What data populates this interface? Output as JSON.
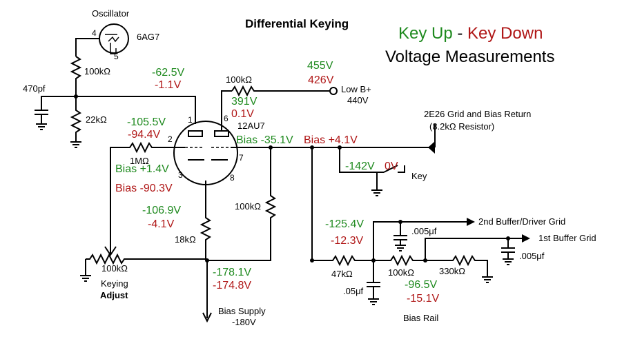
{
  "title": "Differential Keying",
  "heading": {
    "key_up": "Key Up",
    "dash": " - ",
    "key_down": "Key Down",
    "line2": "Voltage Measurements",
    "key_up_color": "#1f8a1f",
    "key_down_color": "#b01717"
  },
  "colors": {
    "key_up": "#1f8a1f",
    "key_down": "#b01717"
  },
  "oscillator": {
    "label": "Oscillator",
    "tube": "6AG7",
    "pin4": "4",
    "pin5": "5"
  },
  "components": {
    "c_470pf": "470pf",
    "r_100k_top": "100kΩ",
    "r_22k": "22kΩ",
    "r_1m": "1MΩ",
    "r_plate": "100kΩ",
    "r_18k": "18kΩ",
    "r_mid": "100kΩ",
    "pot": "100kΩ",
    "r_47k": "47kΩ",
    "c_05": ".05μf",
    "r_100k_rail": "100kΩ",
    "r_330k": "330kΩ",
    "c_005_a": ".005μf",
    "c_005_b": ".005μf"
  },
  "tube": {
    "name": "12AU7",
    "pin1": "1",
    "pin2": "2",
    "pin3": "3",
    "pin6": "6",
    "pin7": "7",
    "pin8": "8"
  },
  "labels": {
    "keying": "Keying",
    "adjust": "Adjust",
    "bias_supply": "Bias Supply",
    "bias_supply_v": "-180V",
    "low_b": "Low B+",
    "low_b_v": "440V",
    "grid_return": "2E26 Grid and Bias Return",
    "grid_return_note": "(8.2kΩ Resistor)",
    "key": "Key",
    "buffer2": "2nd Buffer/Driver Grid",
    "buffer1": "1st Buffer Grid",
    "bias_rail": "Bias Rail"
  },
  "measurements": {
    "pin1": {
      "up": "-62.5V",
      "down": "-1.1V"
    },
    "pin2": {
      "up": "-105.5V",
      "down": "-94.4V"
    },
    "pin3": {
      "up": "Bias +1.4V",
      "down": "Bias -90.3V"
    },
    "pin6": {
      "up": "391V",
      "down": "0.1V"
    },
    "supply_b": {
      "up": "455V",
      "down": "426V"
    },
    "bias_out": {
      "up": "Bias -35.1V",
      "down": "Bias +4.1V"
    },
    "key": {
      "up": "-142V",
      "down": "0V"
    },
    "cathode": {
      "up": "-106.9V",
      "down": "-4.1V"
    },
    "bias_supply": {
      "up": "-178.1V",
      "down": "-174.8V"
    },
    "buffer_driver": {
      "up": "-125.4V",
      "down": "-12.3V"
    },
    "bias_rail": {
      "up": "-96.5V",
      "down": "-15.1V"
    }
  }
}
